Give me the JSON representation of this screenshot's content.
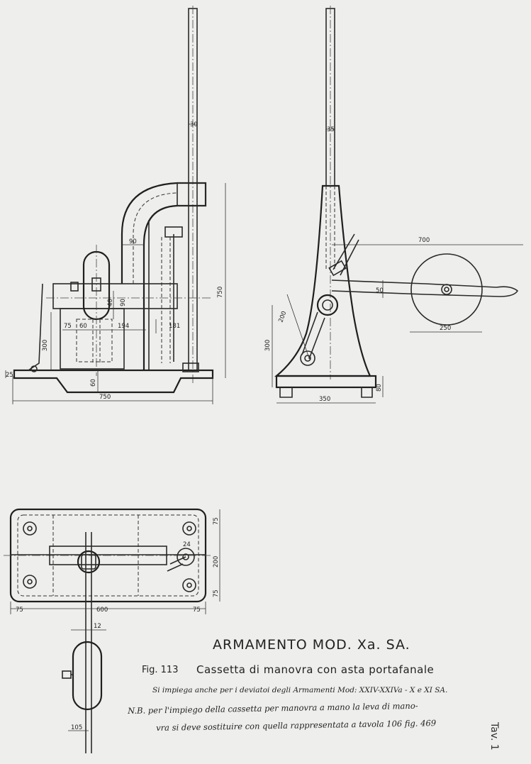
{
  "title": "ARMAMENTO MOD. Xa. SA.",
  "caption": {
    "figure_number": "Fig. 113",
    "text": "Cassetta di manovra con asta portafanale"
  },
  "notes": {
    "line1": "Si impiega anche per i deviatoi degli Armamenti Mod: XXIV-XXIVa - X e XI SA.",
    "line2": "N.B. per l'impiego della cassetta per manovra a mano la leva di mano-",
    "line3": "vra si deve sostituire con quella rappresentata a tavola 106 fig. 469"
  },
  "plate_label": "Tav. 1",
  "dimensions": {
    "side_view": {
      "d30": "30",
      "d90": "90",
      "d750h": "750",
      "d40": "40",
      "d90b": "90",
      "d75": "75",
      "d60": "60",
      "d194": "194",
      "d181": "181",
      "d300": "300",
      "d25": "25",
      "d60b": "60",
      "d750w": "750"
    },
    "front_view": {
      "d35": "35",
      "d700": "700",
      "d50": "50",
      "d200": "200",
      "d250": "250",
      "d300": "300",
      "d80": "80",
      "d350": "350"
    },
    "plan_view": {
      "d75a": "75",
      "d200": "200",
      "d75b": "75",
      "d75l": "75",
      "d600": "600",
      "d75r": "75",
      "d12": "12",
      "d105": "105",
      "d24": "24"
    }
  }
}
